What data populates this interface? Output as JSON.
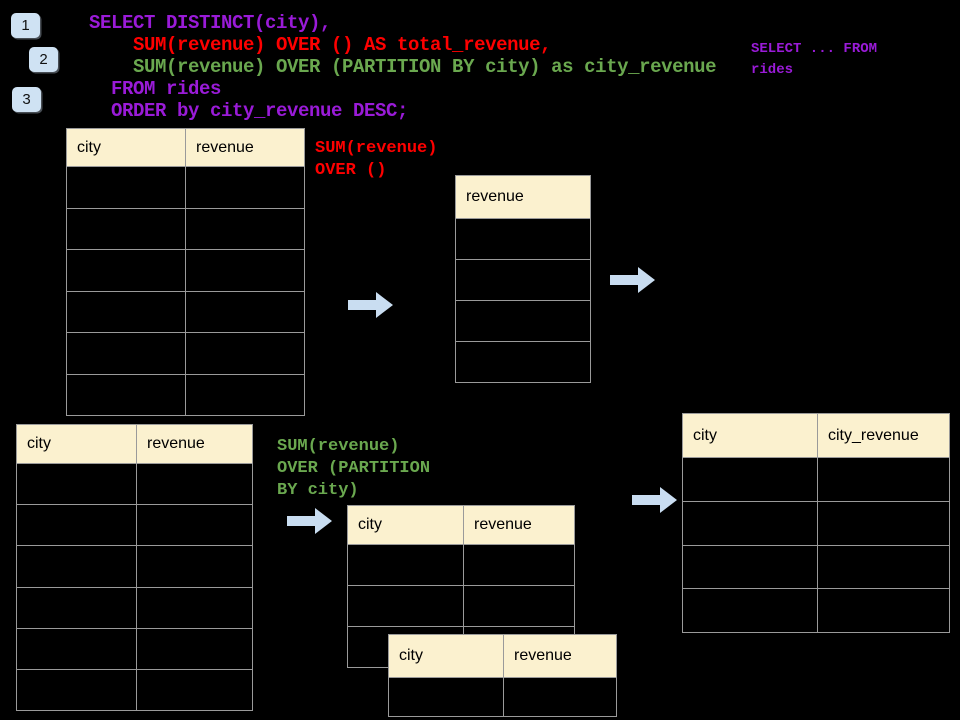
{
  "slide": {
    "background": "#000000"
  },
  "step_badges": [
    {
      "label": "1"
    },
    {
      "label": "2"
    },
    {
      "label": "3"
    }
  ],
  "sql_code": {
    "lines": [
      {
        "text": "SELECT DISTINCT(city),",
        "color": "#9a1bd8"
      },
      {
        "text": "    SUM(revenue) OVER () AS total_revenue,",
        "color": "#fe0000"
      },
      {
        "text": "    SUM(revenue) OVER (PARTITION BY city) as city_revenue",
        "color": "#6aa84f"
      },
      {
        "text": "  FROM rides",
        "color": "#9a1bd8"
      },
      {
        "text": "  ORDER by city_revenue DESC;",
        "color": "#9a1bd8"
      }
    ]
  },
  "annotations": {
    "from_rides": {
      "color": "#9a1bd8",
      "lines": [
        "SELECT ... FROM",
        "rides"
      ]
    },
    "total_revenue": {
      "color": "#fe0000",
      "lines": [
        "SUM(revenue)",
        "OVER ()"
      ]
    },
    "partition": {
      "color": "#6aa84f",
      "lines": [
        "SUM(revenue)",
        "OVER (PARTITION",
        "BY city)"
      ]
    }
  },
  "tables": {
    "rides_top": {
      "headers": [
        "city",
        "revenue"
      ],
      "row_count": 6
    },
    "total_result": {
      "headers": [
        "revenue"
      ],
      "row_count": 4
    },
    "rides_bottom": {
      "headers": [
        "city",
        "revenue"
      ],
      "row_count": 6
    },
    "partition_front": {
      "headers": [
        "city",
        "revenue"
      ],
      "row_count": 3
    },
    "partition_back": {
      "headers": [
        "city",
        "revenue"
      ],
      "row_count": 1
    },
    "city_revenue_result": {
      "headers": [
        "city",
        "city_revenue"
      ],
      "row_count": 4
    }
  },
  "icons": [
    {
      "name": "flow-arrow-right-icon",
      "shape": "block-arrow-right"
    }
  ],
  "colors": {
    "header_fill": "#fbf1cf",
    "grid_line": "#9a9a9a",
    "badge_fill": "#cfe2f3",
    "arrow_fill": "#c9ddf1",
    "code_purple": "#9a1bd8",
    "code_red": "#fe0000",
    "code_green": "#6aa84f"
  }
}
